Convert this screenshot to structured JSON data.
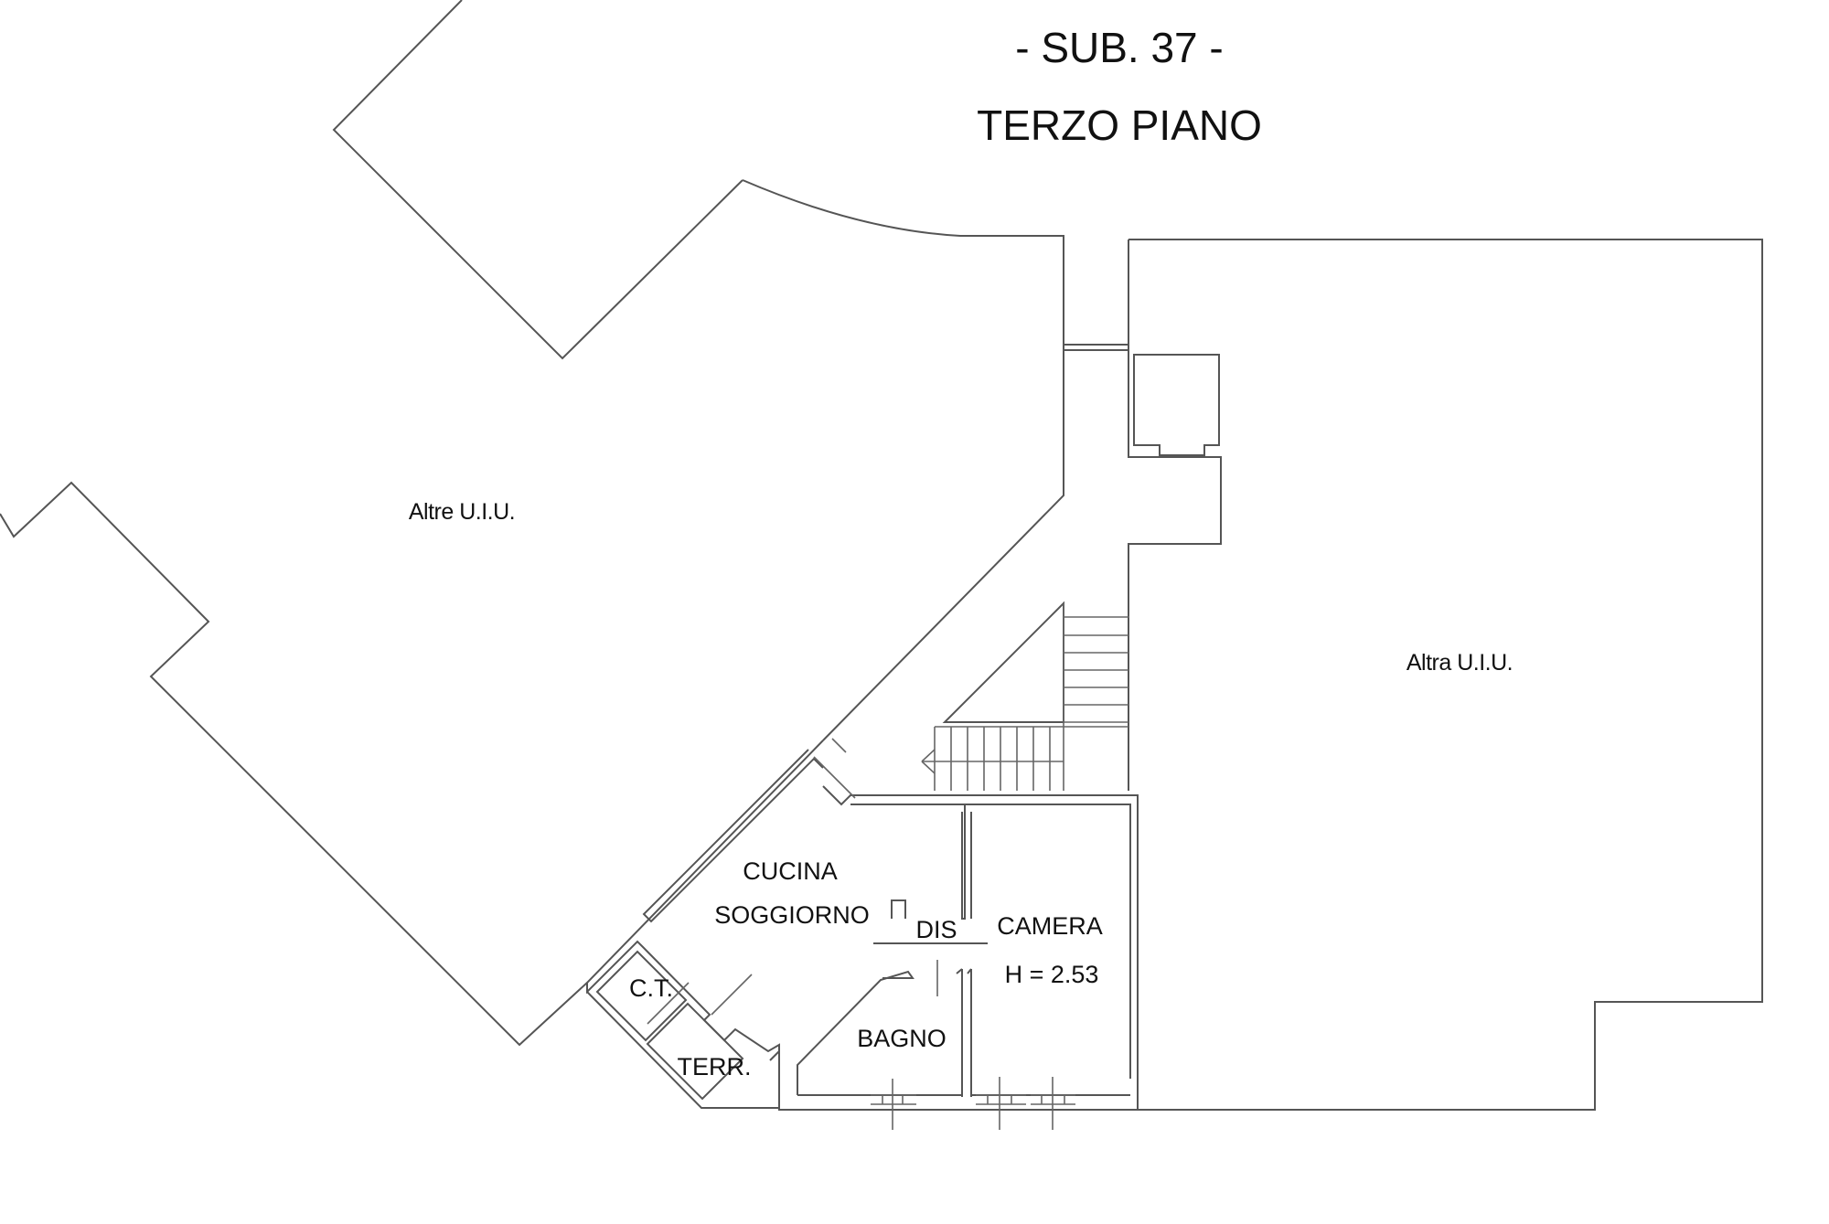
{
  "header": {
    "sub": "- SUB. 37 -",
    "floor": "TERZO PIANO"
  },
  "labels": {
    "altre_uiu": "Altre U.I.U.",
    "altra_uiu": "Altra U.I.U.",
    "cucina": "CUCINA",
    "soggiorno": "SOGGIORNO",
    "dis": "DIS",
    "camera": "CAMERA",
    "height": "H = 2.53",
    "bagno": "BAGNO",
    "ct": "C.T.",
    "terr": "TERR."
  },
  "colors": {
    "line": "#555555",
    "text": "#111111",
    "background": "#ffffff"
  }
}
